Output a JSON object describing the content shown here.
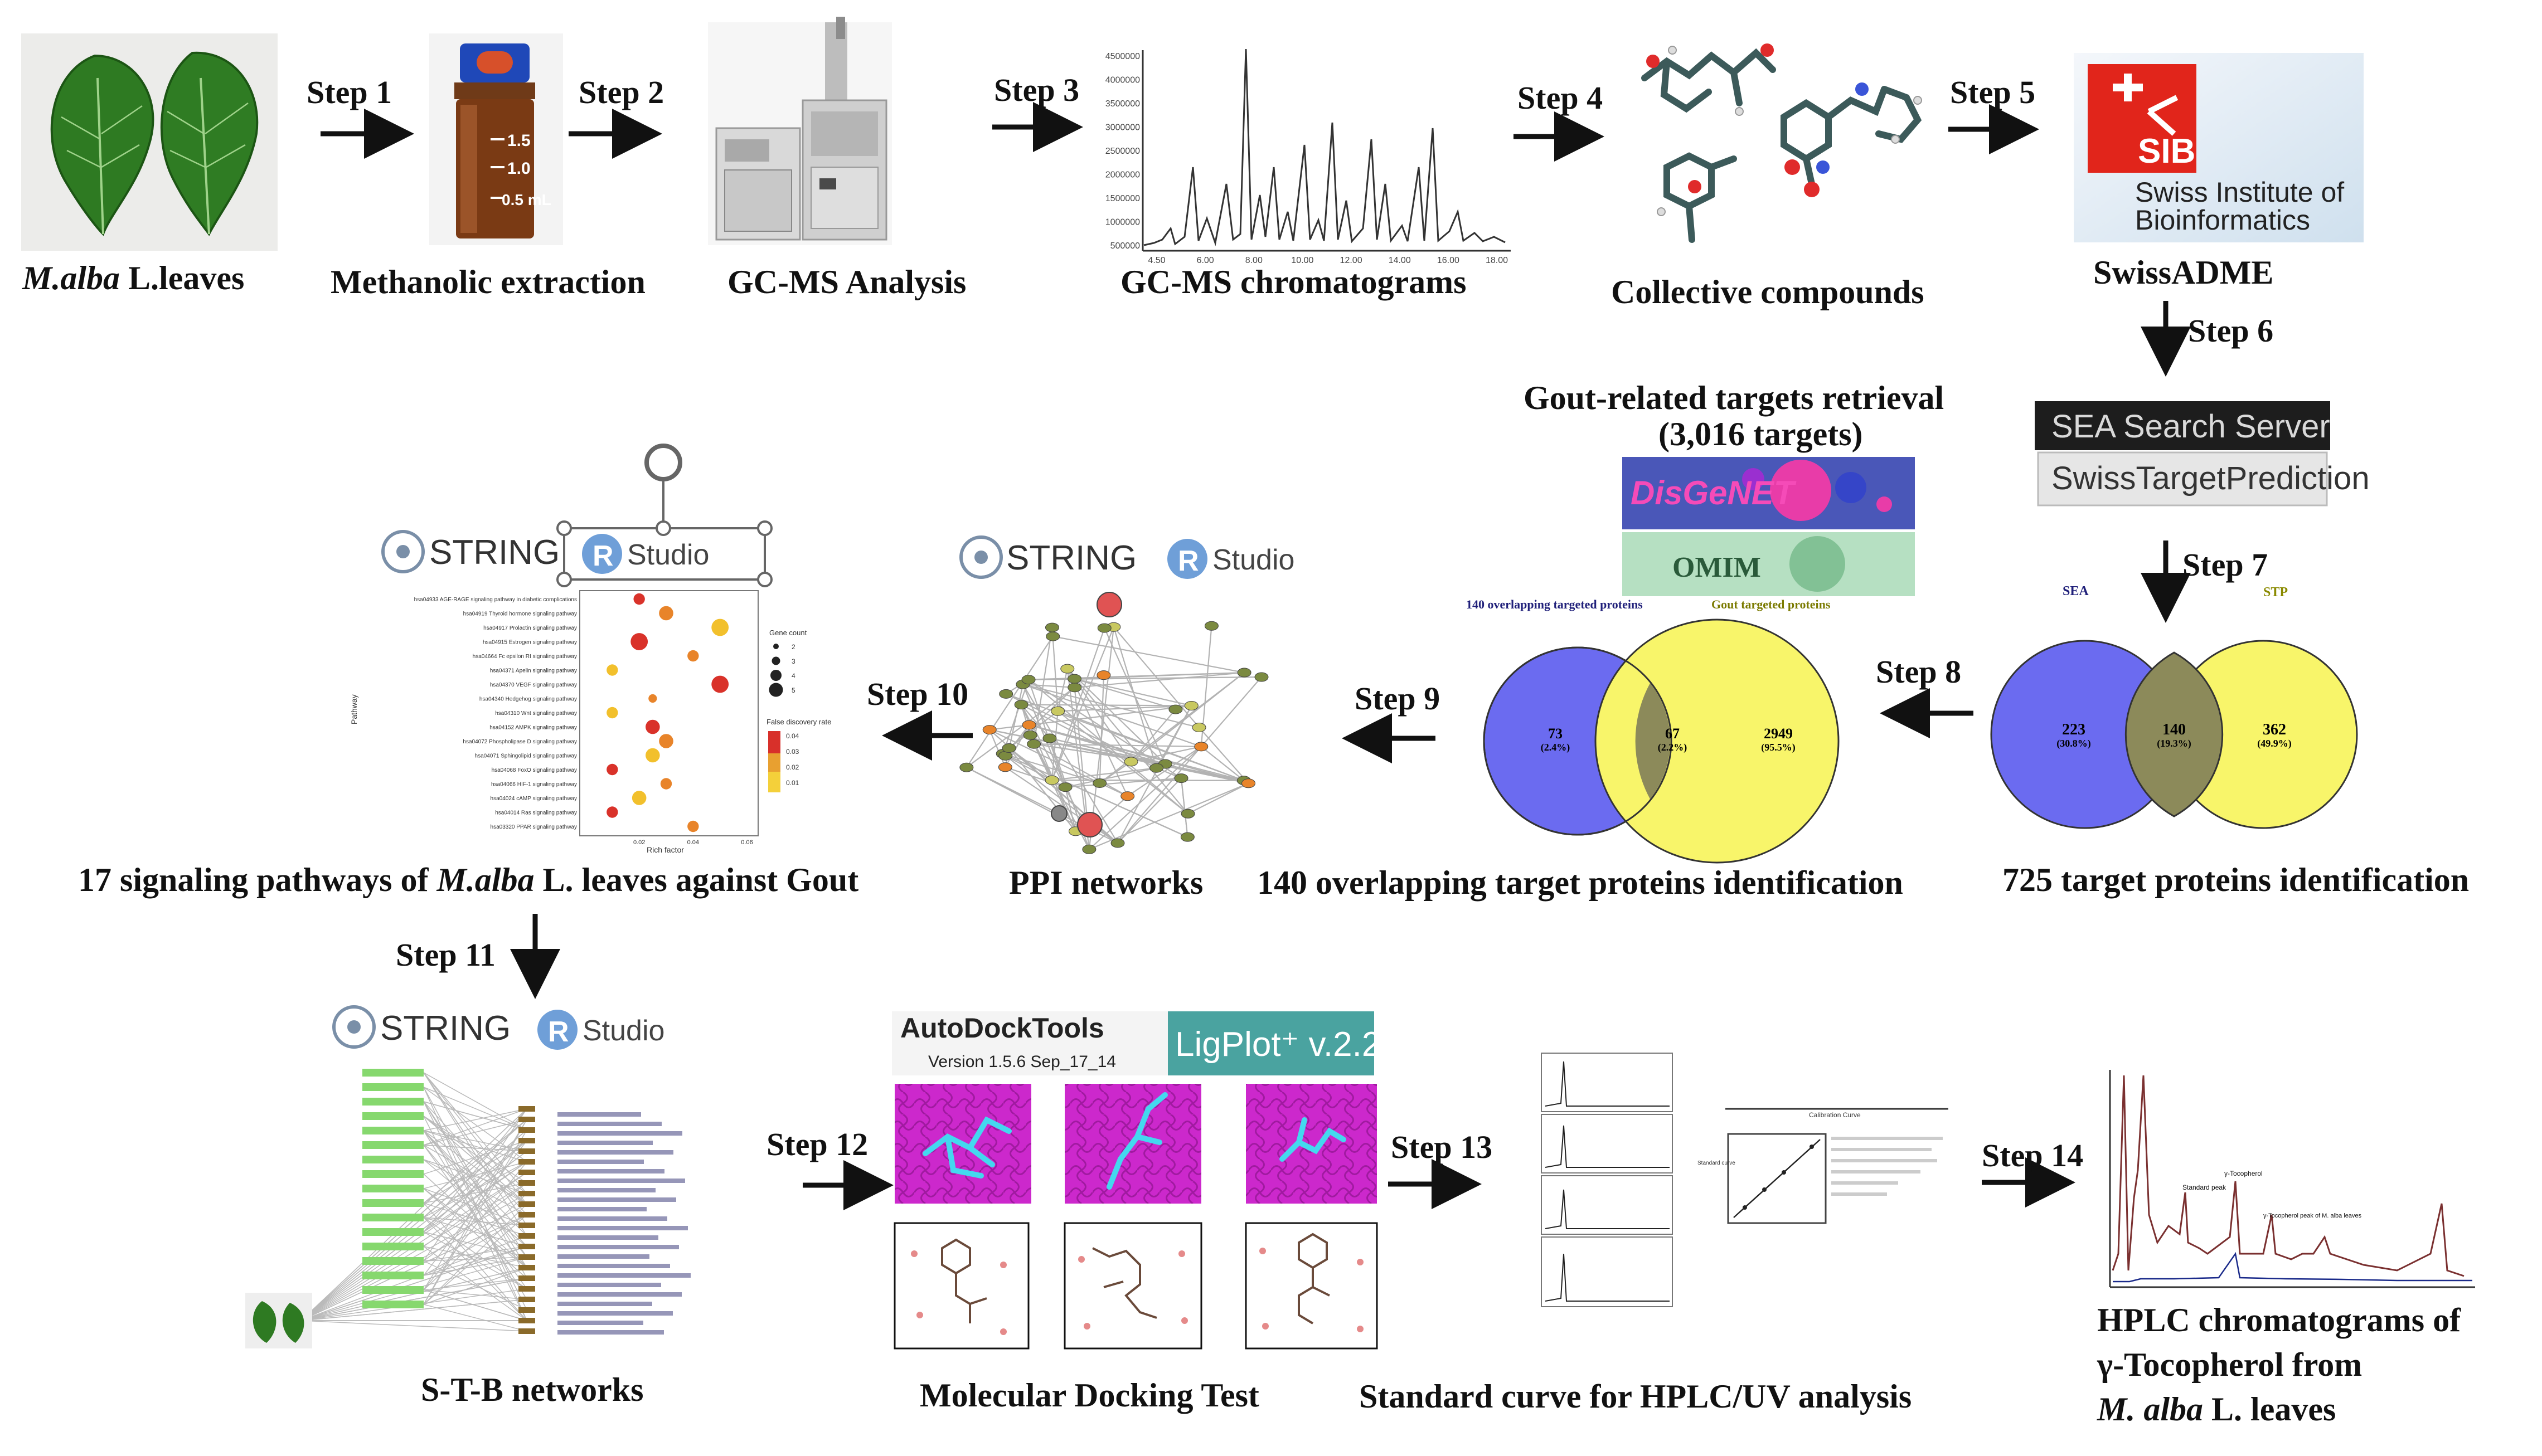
{
  "colors": {
    "venn_blue": "#6b6bf0",
    "venn_yellow": "#f8f56a",
    "venn_overlap": "#8c8a5a",
    "sib_red": "#e1251b",
    "dock_magenta": "#cc28cc",
    "dock_ligand": "#44d8ef",
    "ligplot_teal": "#4aa3a0",
    "ppi_node_red": "#e05353",
    "dot_red": "#d9322a",
    "dot_yellow": "#f2c02c"
  },
  "steps": {
    "s1": "Step 1",
    "s2": "Step 2",
    "s3": "Step 3",
    "s4": "Step 4",
    "s5": "Step 5",
    "s6": "Step 6",
    "s7": "Step 7",
    "s8": "Step 8",
    "s9": "Step 9",
    "s10": "Step 10",
    "s11": "Step 11",
    "s12": "Step 12",
    "s13": "Step 13",
    "s14": "Step 14"
  },
  "labels": {
    "leaves_species": "M.alba",
    "leaves_rest": " L.leaves",
    "extraction": "Methanolic extraction",
    "gcms_analysis": "GC-MS Analysis",
    "gcms_chromatograms": "GC-MS chromatograms",
    "collective": "Collective compounds",
    "swissadme": "SwissADME",
    "gout_title_1": "Gout-related targets retrieval",
    "gout_title_2": "(3,016 targets)",
    "target_725": "725 target proteins identification",
    "target_140": "140 overlapping target proteins identification",
    "ppi": "PPI networks",
    "pathways_pre": "17 signaling pathways of ",
    "pathways_species": "M.alba",
    "pathways_post": " L. leaves  against Gout",
    "stb": "S-T-B networks",
    "docking": "Molecular Docking Test",
    "std_curve": "Standard curve for HPLC/UV analysis",
    "hplc_1": "HPLC chromatograms of",
    "hplc_2": "γ-Tocopherol from",
    "hplc_3_species": "M. alba",
    "hplc_3_rest": " L. leaves"
  },
  "vial": {
    "mark_1": "1.5",
    "mark_2": "1.0",
    "mark_3": "0.5 mL"
  },
  "sib": {
    "logo": "SIB",
    "line1": "Swiss Institute of",
    "line2": "Bioinformatics"
  },
  "servers": {
    "sea": "SEA Search Server",
    "stp": "SwissTargetPrediction"
  },
  "databases": {
    "disgenet": "DisGeNET",
    "omim": "OMIM"
  },
  "logos": {
    "string": "STRING",
    "rstudio_r": "R",
    "rstudio": "Studio"
  },
  "autodock": {
    "title": "AutoDockTools",
    "version": "Version 1.5.6 Sep_17_14",
    "ligplot": "LigPlot⁺ v.2.2"
  },
  "venn_right": {
    "left_label": "SEA",
    "right_label": "STP",
    "left_count": "223",
    "left_pct": "(30.8%)",
    "mid_count": "140",
    "mid_pct": "(19.3%)",
    "right_count": "362",
    "right_pct": "(49.9%)"
  },
  "venn_left": {
    "left_label": "140 overlapping targeted proteins",
    "right_label": "Gout targeted proteins",
    "left_count": "73",
    "left_pct": "(2.4%)",
    "mid_count": "67",
    "mid_pct": "(2.2%)",
    "right_count": "2949",
    "right_pct": "(95.5%)"
  },
  "gc_ticks": {
    "y": [
      "4500000",
      "4000000",
      "3500000",
      "3000000",
      "2500000",
      "2000000",
      "1500000",
      "1000000",
      "500000"
    ],
    "x": [
      "4.50",
      "6.00",
      "8.00",
      "10.00",
      "12.00",
      "14.00",
      "16.00",
      "18.00"
    ]
  },
  "bubble_chart": {
    "pathways": [
      "hsa04933 AGE-RAGE signaling pathway in diabetic complications",
      "hsa04919 Thyroid hormone signaling pathway",
      "hsa04917 Prolactin signaling pathway",
      "hsa04915 Estrogen signaling pathway",
      "hsa04664 Fc epsilon RI signaling pathway",
      "hsa04371 Apelin signaling pathway",
      "hsa04370 VEGF signaling pathway",
      "hsa04340 Hedgehog signaling pathway",
      "hsa04310 Wnt signaling pathway",
      "hsa04152 AMPK signaling pathway",
      "hsa04072 Phospholipase D signaling pathway",
      "hsa04071 Sphingolipid signaling pathway",
      "hsa04068 FoxO signaling pathway",
      "hsa04066 HIF-1 signaling pathway",
      "hsa04024 cAMP signaling pathway",
      "hsa04014 Ras signaling pathway",
      "hsa03320 PPAR signaling pathway"
    ],
    "rich_factor": [
      0.02,
      0.03,
      0.05,
      0.02,
      0.04,
      0.01,
      0.05,
      0.025,
      0.01,
      0.025,
      0.03,
      0.025,
      0.01,
      0.03,
      0.02,
      0.01,
      0.04
    ],
    "gene_count": [
      2,
      3,
      4,
      4,
      2,
      2,
      4,
      1,
      2,
      3,
      3,
      3,
      2,
      2,
      3,
      2,
      2
    ],
    "ylabel": "Pathway",
    "xlabel": "Rich factor",
    "x_ticks": [
      "0.02",
      "0.04",
      "0.06"
    ],
    "legend_count_title": "Gene count",
    "legend_counts": [
      "2",
      "3",
      "4",
      "5"
    ],
    "legend_fdr_title": "False discovery rate",
    "legend_fdr": [
      "0.04",
      "0.03",
      "0.02",
      "0.01"
    ]
  },
  "std_calibration": {
    "title": "Calibration Curve",
    "xlabel": "Standard curve"
  },
  "hplc": {
    "peak_label": "γ-Tocopherol",
    "std_label": "Standard peak",
    "leaf_label": "γ-Tocopherol peak of M. alba leaves"
  }
}
